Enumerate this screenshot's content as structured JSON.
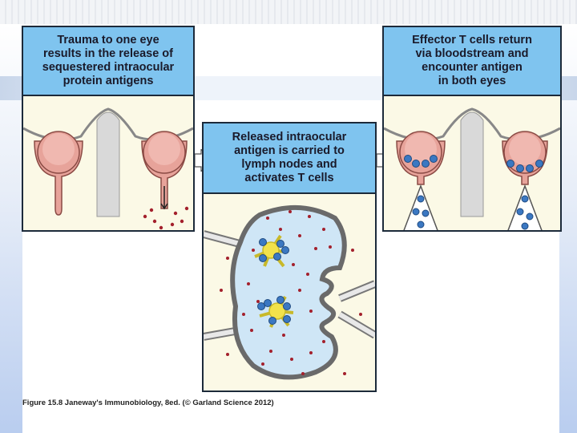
{
  "panels": {
    "left": {
      "text": "Trauma to one eye\nresults in the release of\nsequestered intraocular\nprotein antigens"
    },
    "middle": {
      "text": "Released intraocular\nantigen is carried to\nlymph nodes and\nactivates T cells"
    },
    "right": {
      "text": "Effector T cells return\nvia bloodstream and\nencounter antigen\nin both eyes"
    }
  },
  "figure_caption": "Figure 15.8 Janeway's Immunobiology, 8ed. (© Garland Science 2012)",
  "colors": {
    "caption_bg": "#7fc4ef",
    "panel_bg": "#fbf9e6",
    "eye": "#e7a39a",
    "antigen": "#a3202c",
    "t_cell": "#3b78c2",
    "dendritic_cell": "#f2e24a"
  }
}
